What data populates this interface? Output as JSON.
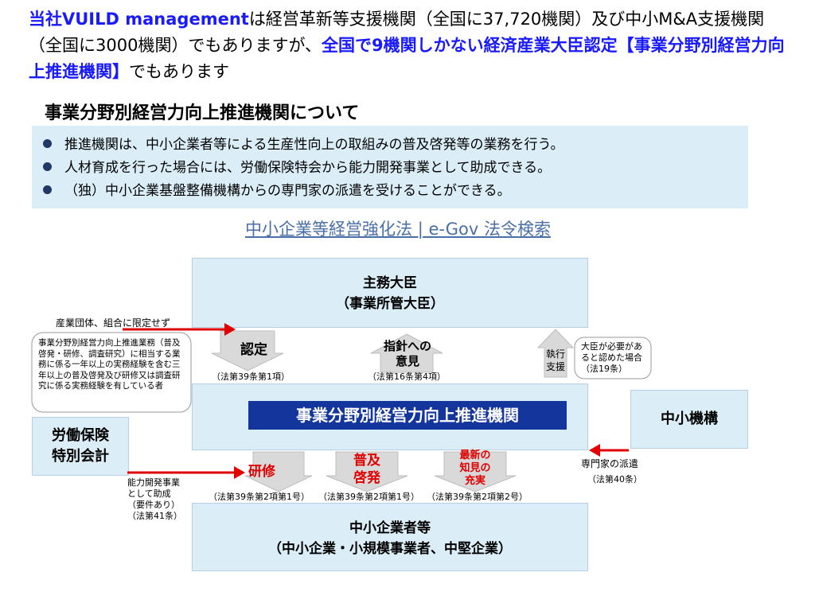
{
  "intro": {
    "part1": "当社VUILD management",
    "part2": "は経営革新等支援機関（全国に37,720機関）及び中小M&A支援機関（全国に3000機関）でもありますが、",
    "part3": "全国で9機関しかない経済産業大臣認定【事業分野別経営力向上推進機関】",
    "part4": "でもあります"
  },
  "section_title": "事業分野別経営力向上推進機関について",
  "bullets": [
    "推進機関は、中小企業者等による生産性向上の取組みの普及啓発等の業務を行う。",
    "人材育成を行った場合には、労働保険特会から能力開発事業として助成できる。",
    "（独）中小企業基盤整備機構からの専門家の派遣を受けることができる。"
  ],
  "law_link": "中小企業等経営強化法 | e-Gov 法令検索",
  "diagram": {
    "top_box": {
      "line1": "主務大臣",
      "line2": "（事業所管大臣）"
    },
    "center_banner": "事業分野別経営力向上推進機関",
    "bottom_box": {
      "line1": "中小企業者等",
      "line2": "（中小企業・小規模事業者、中堅企業）"
    },
    "left_box": {
      "line1": "労働保険",
      "line2": "特別会計"
    },
    "right_box": "中小機構",
    "left_top_note": "産業団体、組合に限定せず",
    "left_bubble": "事業分野別経営力向上推進業務（普及啓発・研修、調査研究）に相当する業務に係る一年以上の実務経験を含む三年以上の普及啓発及び研修又は調査研究に係る実務経験を有している者",
    "arrow_nintei": {
      "label": "認定",
      "law": "（法第39条第1項）"
    },
    "arrow_shishin": {
      "label1": "指針への",
      "label2": "意見",
      "law": "（法第16条第4項）"
    },
    "arrow_shikko": {
      "label1": "執行",
      "label2": "支援"
    },
    "right_bubble": {
      "text": "大臣が必要があると認めた場合",
      "law": "（法19条）"
    },
    "right_note": {
      "text": "専門家の派遣",
      "law": "（法第40条）"
    },
    "left_bottom_note": {
      "line1": "能力開発事業",
      "line2": "として助成",
      "line3": "（要件あり）",
      "law": "（法第41条）"
    },
    "arrow_kenshu": {
      "label": "研修",
      "law": "（法第39条第2項第1号）"
    },
    "arrow_fukyu": {
      "label1": "普及",
      "label2": "啓発",
      "law": "（法第39条第2項第1号）"
    },
    "arrow_saishin": {
      "label1": "最新の",
      "label2": "知見の",
      "label3": "充実",
      "law": "（法第39条第2項第2号）"
    }
  },
  "colors": {
    "accent_blue": "#1a1aff",
    "banner": "#14369c",
    "panel": "#dbeef8",
    "red": "#e00000"
  }
}
